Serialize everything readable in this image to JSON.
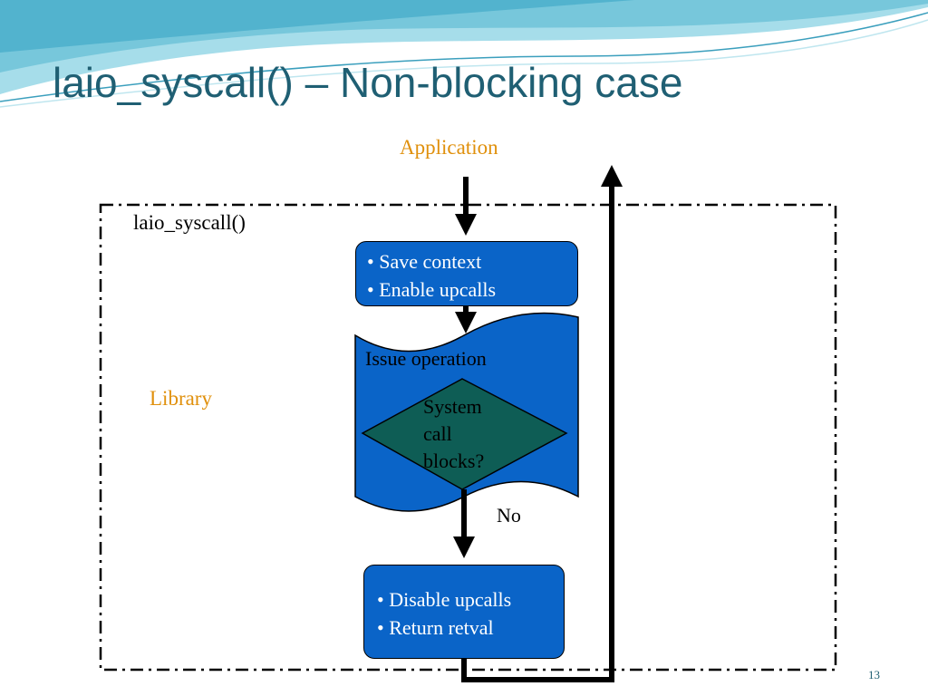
{
  "slide": {
    "title": "laio_syscall() – Non-blocking case",
    "page_number": "13"
  },
  "diagram": {
    "application_label": "Application",
    "container_label": "laio_syscall()",
    "library_label": "Library",
    "box_save": {
      "lines": [
        "• Save context",
        "• Enable upcalls"
      ]
    },
    "issue_operation_label": "Issue operation",
    "decision": {
      "lines": [
        "System",
        "call",
        "blocks?"
      ]
    },
    "no_label": "No",
    "box_disable": {
      "lines": [
        "• Disable  upcalls",
        "• Return retval"
      ]
    }
  },
  "colors": {
    "title": "#1f5f73",
    "accent_orange": "#e0900c",
    "box_blue": "#0a64c8",
    "decision_green": "#0e5d55"
  }
}
